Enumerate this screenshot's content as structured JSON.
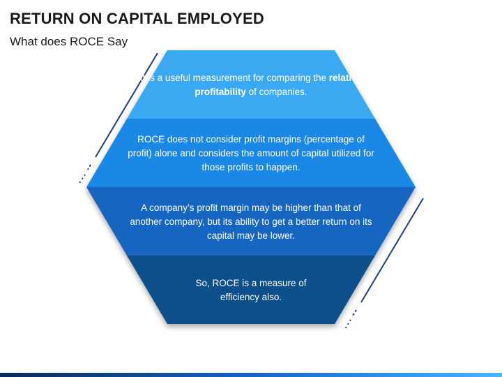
{
  "header": {
    "title": "RETURN ON CAPITAL EMPLOYED",
    "subtitle": "What does ROCE Say"
  },
  "segments": [
    {
      "text_before": "It is a useful measurement for comparing the ",
      "text_bold": "relative profitability",
      "text_after": " of companies.",
      "color": "#3aa9f2"
    },
    {
      "text": "ROCE does not consider profit margins (percentage of profit) alone and considers the amount of capital utilized for those profits to happen.",
      "color": "#1e88e5"
    },
    {
      "text": "A company’s profit margin may be higher than that of another company, but its ability to get a better return on its capital may be lower.",
      "color": "#1565c0"
    },
    {
      "text": "So, ROCE is a measure of efficiency also.",
      "color": "#0d4f8b"
    }
  ],
  "colors": {
    "accent_line": "#1e3a8a",
    "shadow": "#8a8a8a"
  }
}
